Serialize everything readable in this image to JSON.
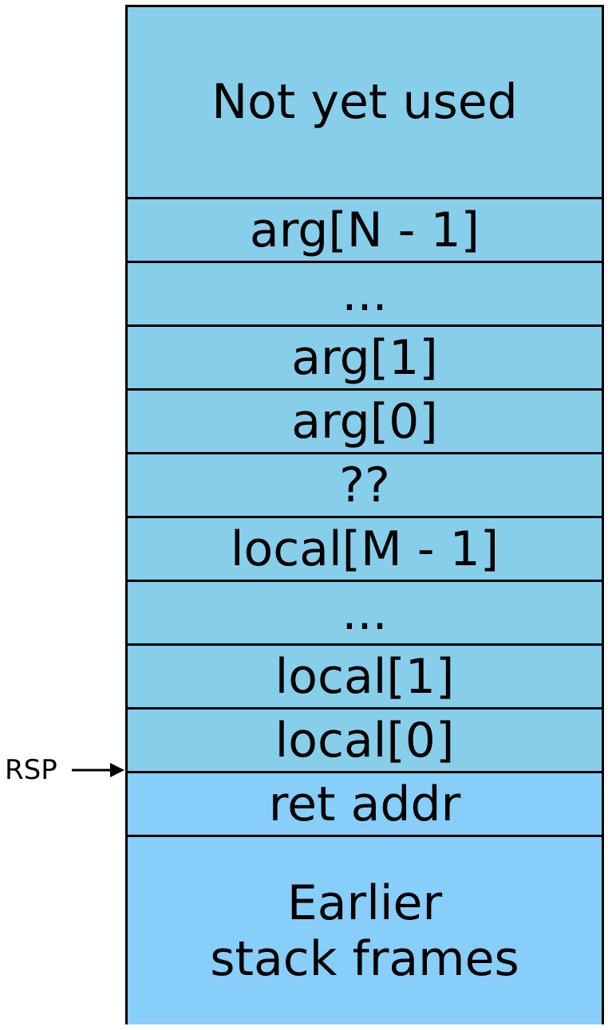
{
  "cells": [
    {
      "label": "Not yet used"
    },
    {
      "label": "arg[N - 1]"
    },
    {
      "label": "..."
    },
    {
      "label": "arg[1]"
    },
    {
      "label": "arg[0]"
    },
    {
      "label": "??"
    },
    {
      "label": "local[M - 1]"
    },
    {
      "label": "..."
    },
    {
      "label": "local[1]"
    },
    {
      "label": "local[0]"
    },
    {
      "label": "ret addr"
    },
    {
      "label": "Earlier\nstack frames"
    }
  ],
  "pointer": {
    "label": "RSP"
  },
  "colors": {
    "unused_fill": "#87ceeb",
    "earlier_fill": "#87cefa",
    "stroke": "#000000"
  }
}
